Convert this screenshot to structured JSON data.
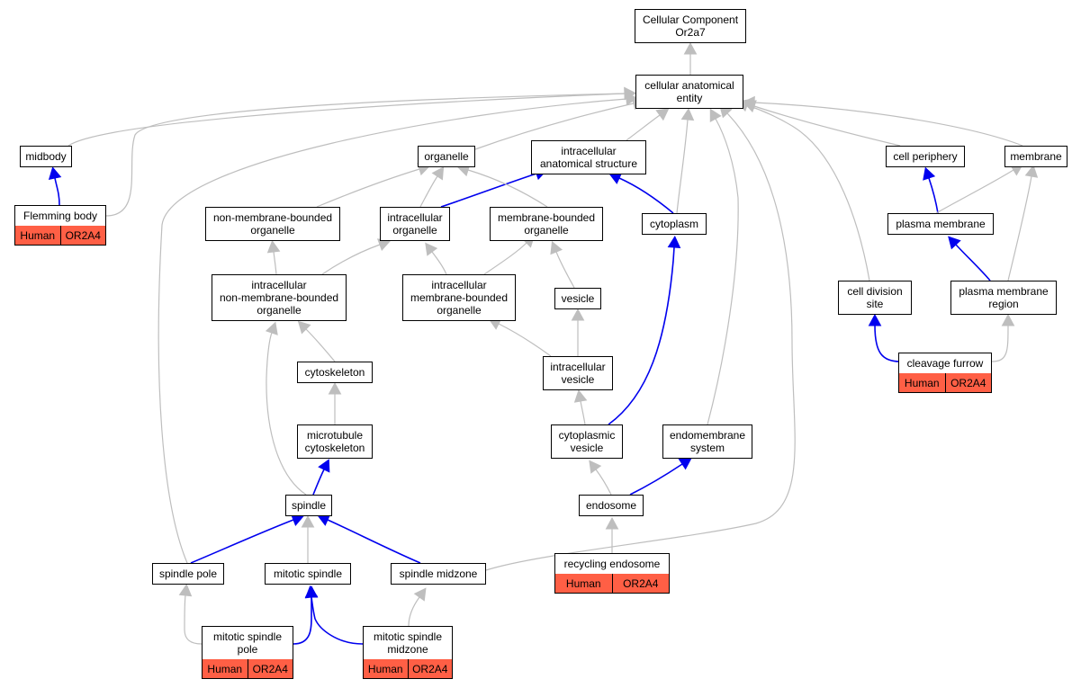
{
  "colors": {
    "edge_is_a": "#bebebe",
    "edge_part_of": "#0000ee",
    "annotation_bg": "#ff5f45"
  },
  "nodes": {
    "root": {
      "lines": [
        "Cellular Component",
        "Or2a7"
      ]
    },
    "cae": {
      "lines": [
        "cellular anatomical",
        "entity"
      ]
    },
    "midbody": {
      "lines": [
        "midbody"
      ]
    },
    "organelle": {
      "lines": [
        "organelle"
      ]
    },
    "ias": {
      "lines": [
        "intracellular",
        "anatomical structure"
      ]
    },
    "cellperiphery": {
      "lines": [
        "cell periphery"
      ]
    },
    "membrane": {
      "lines": [
        "membrane"
      ]
    },
    "flemming": {
      "lines": [
        "Flemming body"
      ],
      "species": "Human",
      "gene": "OR2A4"
    },
    "nmbo": {
      "lines": [
        "non-membrane-bounded",
        "organelle"
      ]
    },
    "io": {
      "lines": [
        "intracellular",
        "organelle"
      ]
    },
    "mbo": {
      "lines": [
        "membrane-bounded",
        "organelle"
      ]
    },
    "cytoplasm": {
      "lines": [
        "cytoplasm"
      ]
    },
    "plasmamembrane": {
      "lines": [
        "plasma membrane"
      ]
    },
    "inmbo": {
      "lines": [
        "intracellular",
        "non-membrane-bounded",
        "organelle"
      ]
    },
    "imbo": {
      "lines": [
        "intracellular",
        "membrane-bounded",
        "organelle"
      ]
    },
    "vesicle": {
      "lines": [
        "vesicle"
      ]
    },
    "celldivsite": {
      "lines": [
        "cell division",
        "site"
      ]
    },
    "pmregion": {
      "lines": [
        "plasma membrane",
        "region"
      ]
    },
    "cytoskeleton": {
      "lines": [
        "cytoskeleton"
      ]
    },
    "ivesicle": {
      "lines": [
        "intracellular",
        "vesicle"
      ]
    },
    "cleavage": {
      "lines": [
        "cleavage furrow"
      ],
      "species": "Human",
      "gene": "OR2A4"
    },
    "mtcyto": {
      "lines": [
        "microtubule",
        "cytoskeleton"
      ]
    },
    "cvesicle": {
      "lines": [
        "cytoplasmic",
        "vesicle"
      ]
    },
    "endomem": {
      "lines": [
        "endomembrane",
        "system"
      ]
    },
    "spindle": {
      "lines": [
        "spindle"
      ]
    },
    "endosome": {
      "lines": [
        "endosome"
      ]
    },
    "spindlepole": {
      "lines": [
        "spindle pole"
      ]
    },
    "mitspindle": {
      "lines": [
        "mitotic spindle"
      ]
    },
    "spindlemidzone": {
      "lines": [
        "spindle midzone"
      ]
    },
    "recycling": {
      "lines": [
        "recycling endosome"
      ],
      "species": "Human",
      "gene": "OR2A4"
    },
    "msp": {
      "lines": [
        "mitotic spindle",
        "pole"
      ],
      "species": "Human",
      "gene": "OR2A4"
    },
    "msm": {
      "lines": [
        "mitotic spindle",
        "midzone"
      ],
      "species": "Human",
      "gene": "OR2A4"
    }
  },
  "edges": [
    {
      "from": "cae",
      "to": "root",
      "type": "is_a"
    },
    {
      "from": "midbody",
      "to": "cae",
      "type": "is_a"
    },
    {
      "from": "flemming",
      "to": "cae",
      "type": "is_a"
    },
    {
      "from": "flemming",
      "to": "midbody",
      "type": "part_of"
    },
    {
      "from": "organelle",
      "to": "cae",
      "type": "is_a"
    },
    {
      "from": "ias",
      "to": "cae",
      "type": "is_a"
    },
    {
      "from": "cytoplasm",
      "to": "cae",
      "type": "is_a"
    },
    {
      "from": "cytoplasm",
      "to": "ias",
      "type": "part_of"
    },
    {
      "from": "cellperiphery",
      "to": "cae",
      "type": "is_a"
    },
    {
      "from": "membrane",
      "to": "cae",
      "type": "is_a"
    },
    {
      "from": "spindlepole",
      "to": "cae",
      "type": "is_a"
    },
    {
      "from": "spindlemidzone",
      "to": "cae",
      "type": "is_a"
    },
    {
      "from": "endomem",
      "to": "cae",
      "type": "is_a"
    },
    {
      "from": "celldivsite",
      "to": "cae",
      "type": "is_a"
    },
    {
      "from": "nmbo",
      "to": "organelle",
      "type": "is_a"
    },
    {
      "from": "io",
      "to": "organelle",
      "type": "is_a"
    },
    {
      "from": "io",
      "to": "ias",
      "type": "part_of"
    },
    {
      "from": "mbo",
      "to": "organelle",
      "type": "is_a"
    },
    {
      "from": "plasmamembrane",
      "to": "cellperiphery",
      "type": "part_of"
    },
    {
      "from": "plasmamembrane",
      "to": "membrane",
      "type": "is_a"
    },
    {
      "from": "pmregion",
      "to": "membrane",
      "type": "is_a"
    },
    {
      "from": "pmregion",
      "to": "plasmamembrane",
      "type": "part_of"
    },
    {
      "from": "inmbo",
      "to": "nmbo",
      "type": "is_a"
    },
    {
      "from": "inmbo",
      "to": "io",
      "type": "is_a"
    },
    {
      "from": "imbo",
      "to": "io",
      "type": "is_a"
    },
    {
      "from": "imbo",
      "to": "mbo",
      "type": "is_a"
    },
    {
      "from": "vesicle",
      "to": "mbo",
      "type": "is_a"
    },
    {
      "from": "cytoskeleton",
      "to": "inmbo",
      "type": "is_a"
    },
    {
      "from": "ivesicle",
      "to": "imbo",
      "type": "is_a"
    },
    {
      "from": "ivesicle",
      "to": "vesicle",
      "type": "is_a"
    },
    {
      "from": "cleavage",
      "to": "celldivsite",
      "type": "part_of"
    },
    {
      "from": "cleavage",
      "to": "pmregion",
      "type": "is_a"
    },
    {
      "from": "mtcyto",
      "to": "cytoskeleton",
      "type": "is_a"
    },
    {
      "from": "cvesicle",
      "to": "ivesicle",
      "type": "is_a"
    },
    {
      "from": "cvesicle",
      "to": "cytoplasm",
      "type": "part_of"
    },
    {
      "from": "spindle",
      "to": "mtcyto",
      "type": "part_of"
    },
    {
      "from": "spindle",
      "to": "inmbo",
      "type": "is_a"
    },
    {
      "from": "endosome",
      "to": "cvesicle",
      "type": "is_a"
    },
    {
      "from": "endosome",
      "to": "endomem",
      "type": "part_of"
    },
    {
      "from": "spindlepole",
      "to": "spindle",
      "type": "part_of"
    },
    {
      "from": "mitspindle",
      "to": "spindle",
      "type": "is_a"
    },
    {
      "from": "spindlemidzone",
      "to": "spindle",
      "type": "part_of"
    },
    {
      "from": "recycling",
      "to": "endosome",
      "type": "is_a"
    },
    {
      "from": "msp",
      "to": "spindlepole",
      "type": "is_a"
    },
    {
      "from": "msp",
      "to": "mitspindle",
      "type": "part_of"
    },
    {
      "from": "msm",
      "to": "mitspindle",
      "type": "part_of"
    },
    {
      "from": "msm",
      "to": "spindlemidzone",
      "type": "is_a"
    }
  ]
}
